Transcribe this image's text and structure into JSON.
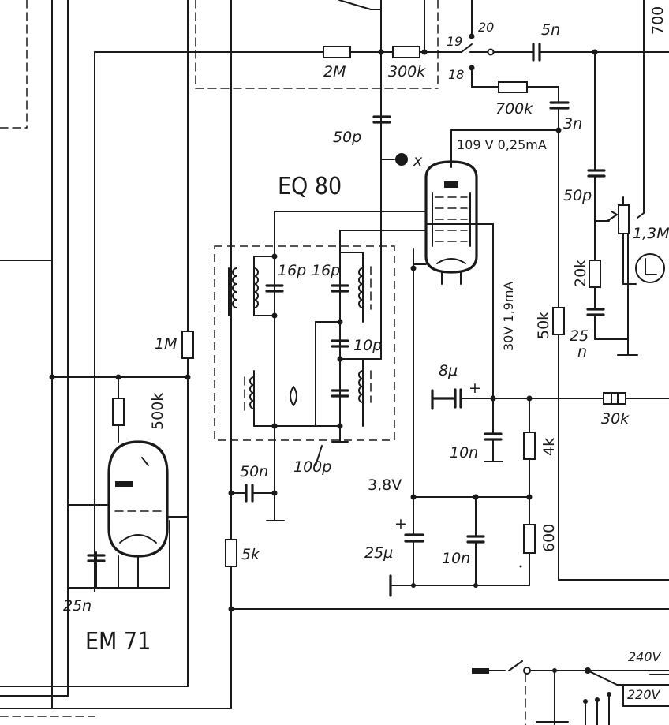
{
  "tubes": {
    "main": "EQ 80",
    "indicator": "EM 71"
  },
  "resistors": {
    "r_2m": "2M",
    "r_300k": "300k",
    "r_700k": "700k",
    "r_1m": "1M",
    "r_500k": "500k",
    "r_5k": "5k",
    "r_20k": "20k",
    "r_50k": "50k",
    "r_30k": "30k",
    "r_4k": "4k",
    "r_600": "600",
    "r_1_3m": "1,3M",
    "r_700_edge": "700"
  },
  "capacitors": {
    "c_5n": "5n",
    "c_3n": "3n",
    "c_50p_a": "50p",
    "c_50p_b": "50p",
    "c_16p_a": "16p",
    "c_16p_b": "16p",
    "c_10p": "10p",
    "c_100p": "100p",
    "c_50n": "50n",
    "c_8u": "8µ",
    "c_10n_a": "10n",
    "c_10n_b": "10n",
    "c_25u": "25µ",
    "c_25n_a": "25",
    "c_25n_a_unit": "n",
    "c_25n_b": "25n"
  },
  "voltages": {
    "anode": "109 V 0,25mA",
    "screen": "30V 1,9mA",
    "cathode": "3,8V",
    "mains_240": "240V",
    "mains_220": "220V"
  },
  "terminals": {
    "t20": "20",
    "t19": "19",
    "t18": "18",
    "x_point": "x"
  }
}
